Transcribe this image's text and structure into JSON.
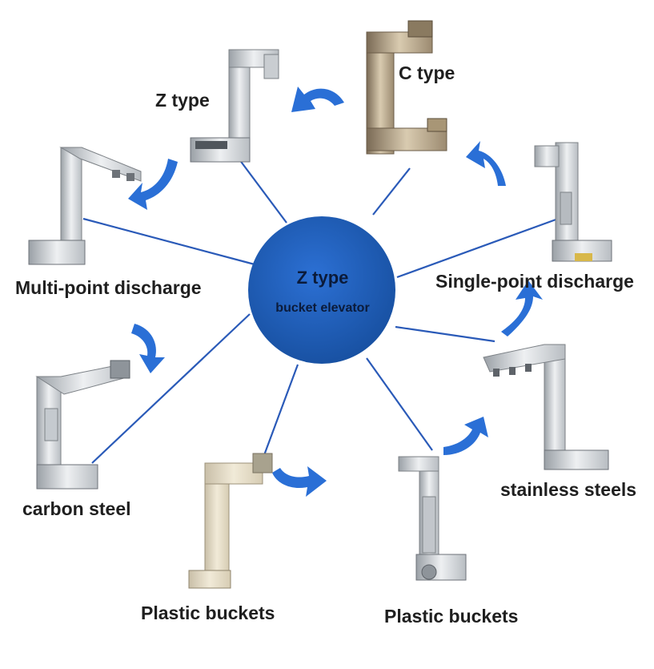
{
  "center": {
    "title": "Z  type",
    "subtitle": "bucket elevator",
    "color": "#1f5fbf"
  },
  "nodes": [
    {
      "label": "C type",
      "machine": "c-type-elevator",
      "finish": "bronze"
    },
    {
      "label": "Z type",
      "machine": "z-type-elevator",
      "finish": "stainless"
    },
    {
      "label": "Multi-point discharge",
      "machine": "multi-point-elevator",
      "finish": "stainless"
    },
    {
      "label": "Single-point discharge",
      "machine": "single-point-elevator",
      "finish": "stainless"
    },
    {
      "label": "carbon steel",
      "machine": "carbon-steel-elevator",
      "finish": "stainless"
    },
    {
      "label": "stainless steels",
      "machine": "stainless-elevator",
      "finish": "stainless"
    },
    {
      "label": "Plastic buckets",
      "machine": "plastic-bucket-elevator-beige",
      "finish": "beige"
    },
    {
      "label": "Plastic buckets",
      "machine": "plastic-bucket-elevator-steel",
      "finish": "stainless"
    }
  ],
  "colors": {
    "arrow": "#2a6fd6",
    "connector": "#2a5ab8",
    "label_text": "#1f1f1f"
  }
}
